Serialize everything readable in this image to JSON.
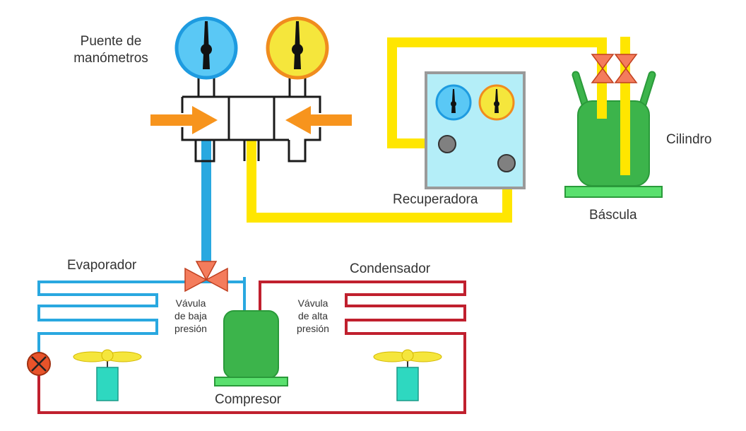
{
  "labels": {
    "manifold_line1": "Puente de",
    "manifold_line2": "manómetros",
    "recovery": "Recuperadora",
    "cylinder": "Cilindro",
    "scale": "Báscula",
    "evaporator": "Evaporador",
    "condenser": "Condensador",
    "compressor": "Compresor",
    "low_valve_1": "Vávula",
    "low_valve_2": "de baja",
    "low_valve_3": "presión",
    "high_valve_1": "Vávula",
    "high_valve_2": "de alta",
    "high_valve_3": "presión"
  },
  "colors": {
    "low_gauge": "#5ac8f5",
    "low_gauge_ring": "#1e9be0",
    "high_gauge": "#f5e63c",
    "high_gauge_ring": "#f08c1e",
    "low_side_line": "#29a8e0",
    "charge_line": "#ffe600",
    "high_side_line": "#c0202e",
    "component": "#3cb44b",
    "scale": "#5ae06e",
    "recovery_panel": "#b4eef8",
    "valve": "#f47c5c",
    "arrow": "#f7941d",
    "fan_blade": "#f5e63c",
    "fan_motor": "#2ed8c0"
  },
  "icons": [
    "pressure-gauge-icon",
    "valve-icon",
    "fan-icon",
    "arrow-icon",
    "expansion-valve-icon"
  ]
}
